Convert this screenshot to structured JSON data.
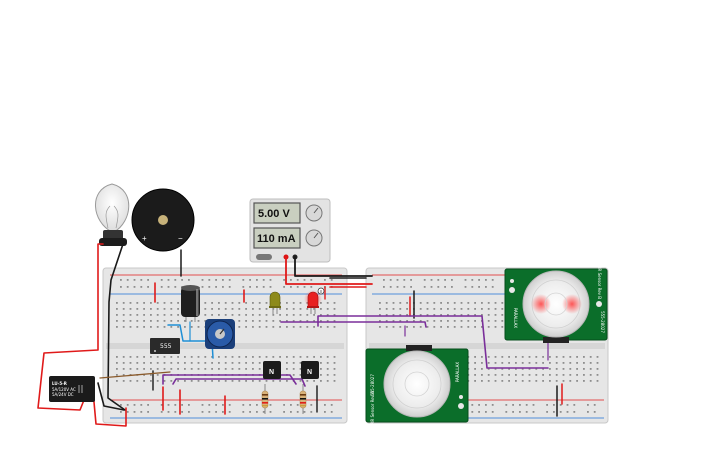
{
  "power_supply": {
    "voltage_display": "5.00 V",
    "current_display": "110 mA"
  },
  "timer_ic": {
    "label": "555"
  },
  "relay": {
    "model": "LU-5-R",
    "rating_line1": "5A/120V AC",
    "rating_line2": "5A/24V DC"
  },
  "pir_left": {
    "model": "555-28027",
    "side_text": "PIR Sensor Rev B",
    "side_text2": "PARALLAX"
  },
  "pir_right": {
    "model": "555-28027",
    "side_text": "PIR Sensor Rev B",
    "side_text2": "PARALLAX"
  },
  "transistor_1": {
    "label": "N"
  },
  "transistor_2": {
    "label": "N"
  },
  "buzzer": {
    "plus": "+",
    "minus": "−"
  },
  "colors": {
    "breadboard": "#e6e6e6",
    "pcb_green": "#0b6e2a",
    "wire_red": "#e01a1a",
    "wire_black": "#1a1a1a",
    "wire_purple": "#7a2f9a",
    "wire_blue": "#1e8fd6"
  }
}
